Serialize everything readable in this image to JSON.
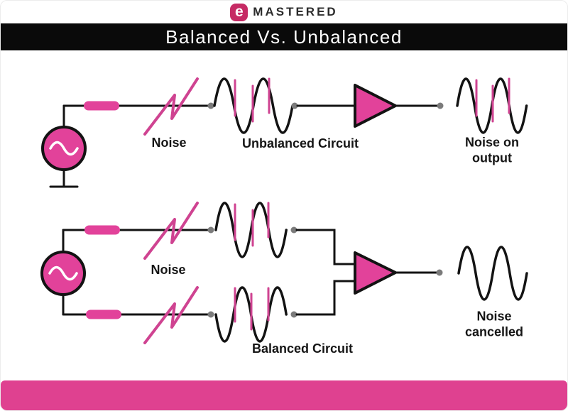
{
  "logo": {
    "icon_letter": "e",
    "brand": "MASTERED"
  },
  "banner": {
    "title": "Balanced Vs. Unbalanced"
  },
  "unbalanced": {
    "noise_label": "Noise",
    "circuit_label": "Unbalanced Circuit",
    "output_label_line1": "Noise on",
    "output_label_line2": "output"
  },
  "balanced": {
    "noise_label": "Noise",
    "circuit_label": "Balanced Circuit",
    "output_label_line1": "Noise",
    "output_label_line2": "cancelled"
  },
  "colors": {
    "accent_pink": "#e2429a",
    "footer_pink": "#df4190",
    "logo_pink": "#c62a64",
    "banner_black": "#0a0a0a",
    "wire_black": "#131313",
    "noise_pink": "#cf4391",
    "connector_gray": "#7b7b7b"
  }
}
